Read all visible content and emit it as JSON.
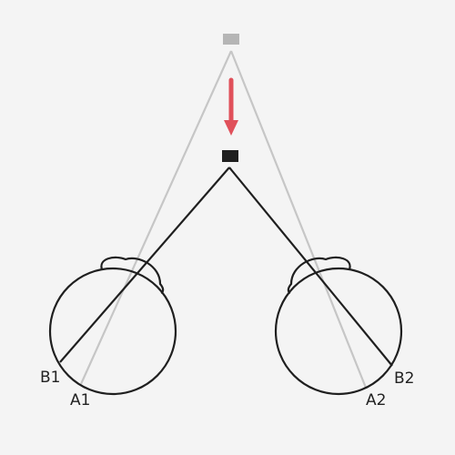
{
  "labels": {
    "b1": "B1",
    "a1": "A1",
    "a2": "A2",
    "b2": "B2"
  },
  "colors": {
    "background": "#f4f4f4",
    "far_object": "#b5b5b5",
    "near_object": "#1f1f1f",
    "far_lines": "#c6c6c6",
    "near_lines": "#1f1f1f",
    "eye_outline": "#1f1f1f",
    "arrow": "#e0505a"
  },
  "icons": {
    "far_object": "gray-square",
    "near_object": "black-square",
    "arrow": "down-arrow"
  }
}
